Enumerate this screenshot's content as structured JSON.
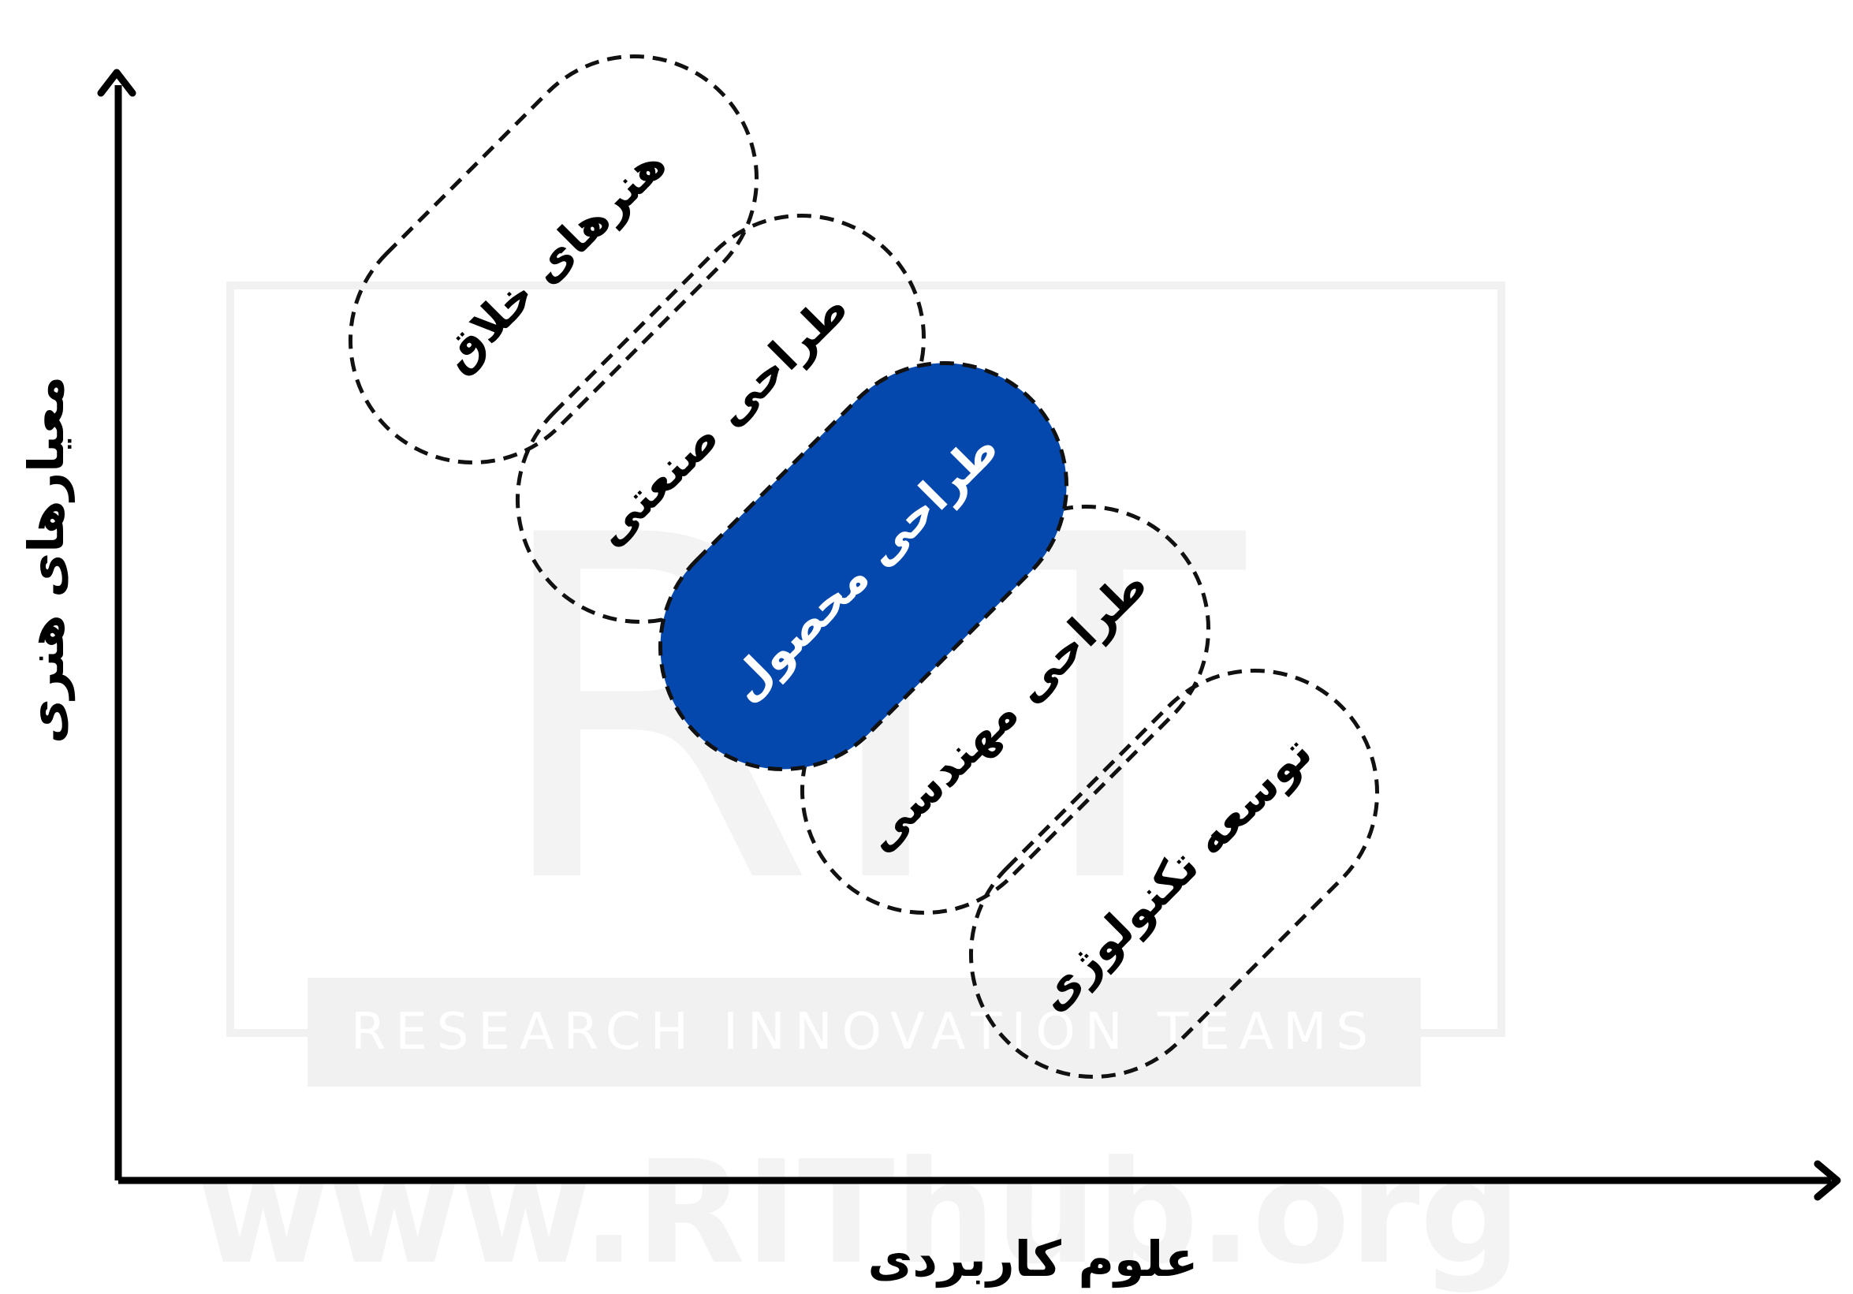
{
  "watermark": {
    "logo_text": "RIT",
    "banner_text": "RESEARCH INNOVATION TEAMS",
    "url_text": "www.RIThub.org"
  },
  "axes": {
    "y_label": "معیارهای هنری",
    "x_label": "علوم کاربردی"
  },
  "pills": [
    {
      "label": "هنرهای خلاق",
      "highlighted": false
    },
    {
      "label": "طراحی صنعتی",
      "highlighted": false
    },
    {
      "label": "طراحی محصول",
      "highlighted": true
    },
    {
      "label": "طراحی مهندسی",
      "highlighted": false
    },
    {
      "label": "توسعه تکنولوژی",
      "highlighted": false
    }
  ],
  "colors": {
    "highlight_fill": "#0447AD",
    "highlight_text": "#FFFFFF",
    "text": "#000000",
    "outline": "#111111"
  }
}
